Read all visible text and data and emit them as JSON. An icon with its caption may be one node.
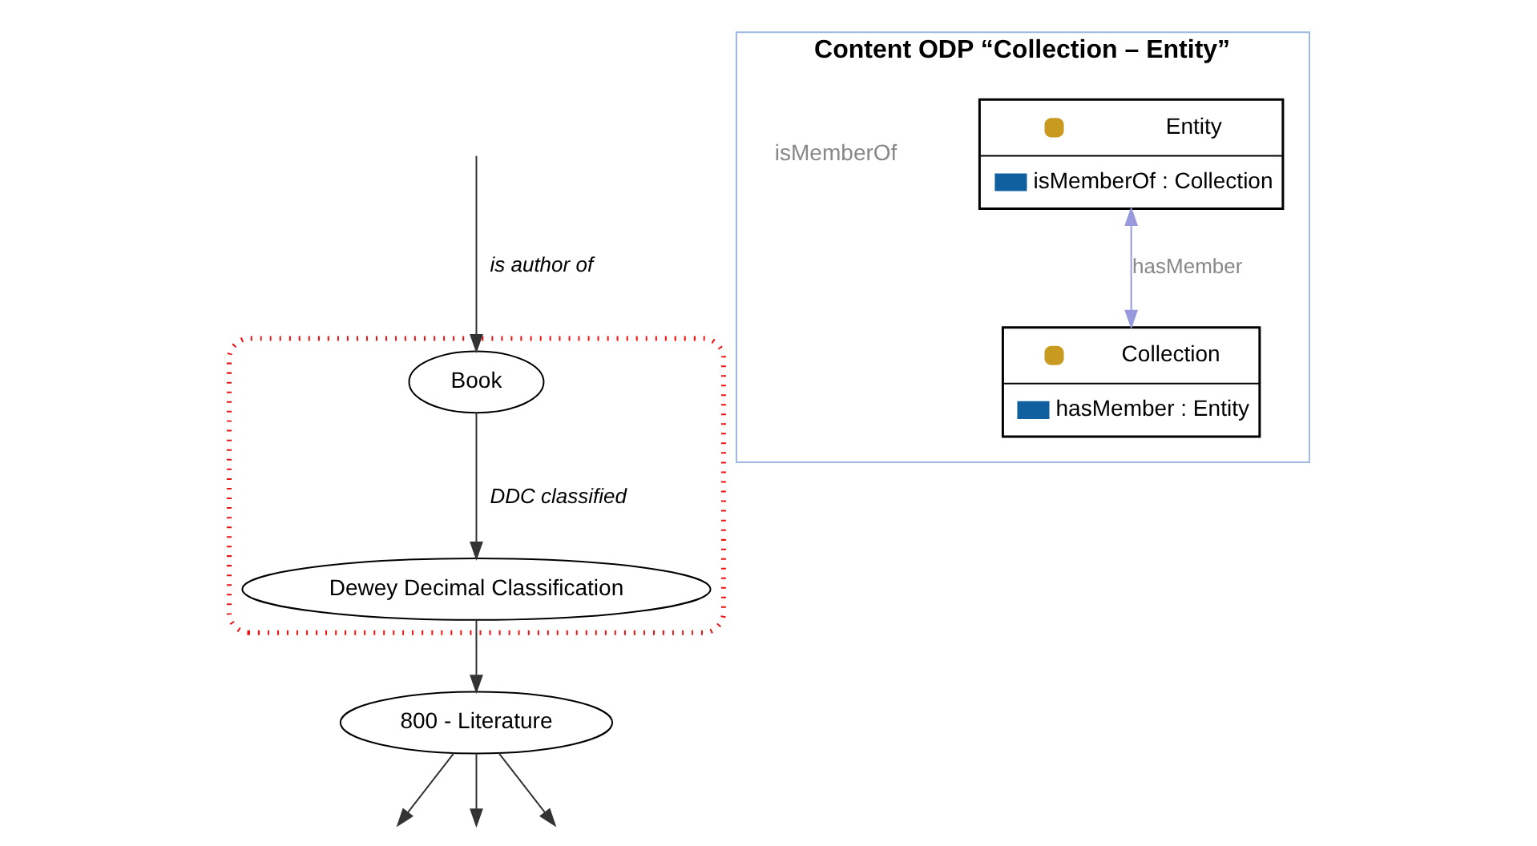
{
  "diagram": {
    "nodes": [
      {
        "text": [],
        "shape": "box"
      },
      {
        "text": [
          "Book"
        ],
        "in": 0
      },
      {
        "text": [
          "Dewey Decimal Classification"
        ],
        "in": 0
      },
      {
        "text": [
          "800 - Literature"
        ]
      },
      {
        "text": [
          "Content ODP “Collection – Entity”"
        ]
      },
      {
        "text": [
          "Entity",
          "isMemberOf : Collection"
        ],
        "in": 4
      },
      {
        "text": [
          "Collection",
          "hasMember : Entity"
        ],
        "in": 4
      }
    ],
    "edges": [
      {
        "from": null,
        "to": 1,
        "arrow": "to",
        "label": "is author of"
      },
      {
        "from": 1,
        "to": 2,
        "arrow": "to",
        "label": "DDC classified"
      },
      {
        "from": 2,
        "to": 3,
        "arrow": "to"
      },
      {
        "from": 3,
        "to": null,
        "arrow": "to"
      },
      {
        "from": 3,
        "to": null,
        "arrow": "to"
      },
      {
        "from": 3,
        "to": null,
        "arrow": "to"
      },
      {
        "from": 5,
        "to": 6,
        "arrow": "both",
        "label": "hasMember",
        "color": "#9999dd"
      }
    ],
    "labels": [
      "isMemberOf"
    ]
  }
}
